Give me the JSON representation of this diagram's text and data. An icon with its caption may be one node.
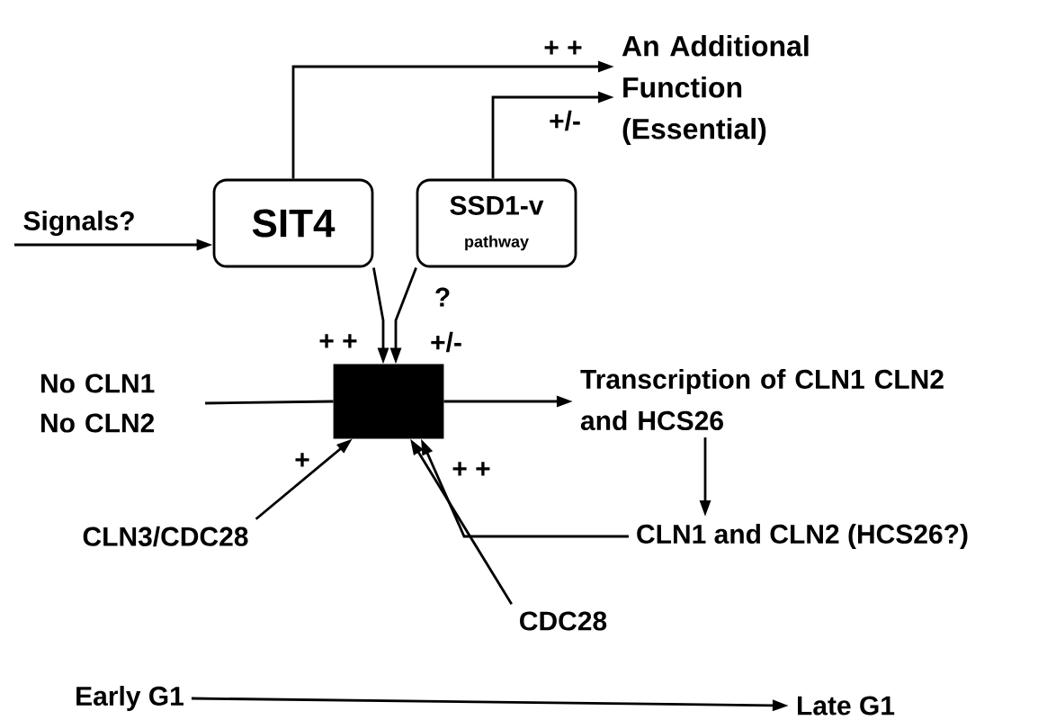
{
  "diagram": {
    "nodes": [
      {
        "text": [
          "SIT4"
        ]
      },
      {
        "text": [
          "SSD1-v",
          "pathway"
        ]
      },
      {
        "text": [
          "An Additional Function (Essential)"
        ]
      },
      {
        "text": [],
        "shape": "box"
      },
      {
        "text": [
          "No CLN1 No CLN2"
        ]
      },
      {
        "text": [
          "Transcription of CLN1 CLN2 and HCS26"
        ]
      },
      {
        "text": [
          "CLN3/CDC28"
        ]
      },
      {
        "text": [
          "CDC28"
        ]
      },
      {
        "text": [
          "CLN1 and CLN2 (HCS26?)"
        ]
      },
      {
        "text": [
          "Early G1"
        ]
      },
      {
        "text": [
          "Late G1"
        ]
      }
    ],
    "edges": [
      {
        "from": null,
        "to": 0,
        "arrow": "to",
        "label": "Signals?"
      },
      {
        "from": 0,
        "to": 2,
        "arrow": "to",
        "label": "+ +"
      },
      {
        "from": 1,
        "to": 2,
        "arrow": "to",
        "label": "+/-"
      },
      {
        "from": 0,
        "to": 3,
        "arrow": "to",
        "label": "+ +"
      },
      {
        "from": 1,
        "to": 3,
        "arrow": "to",
        "label": "+/-"
      },
      {
        "from": 4,
        "to": 3,
        "arrow": "none"
      },
      {
        "from": 3,
        "to": 5,
        "arrow": "to"
      },
      {
        "from": 6,
        "to": 3,
        "arrow": "to",
        "label": "+"
      },
      {
        "from": 7,
        "to": 3,
        "arrow": "to"
      },
      {
        "from": 8,
        "to": 3,
        "arrow": "to",
        "label": "+ +"
      },
      {
        "from": 5,
        "to": 8,
        "arrow": "to"
      },
      {
        "from": 9,
        "to": 10,
        "arrow": "to"
      }
    ],
    "labels": [
      "?"
    ]
  }
}
